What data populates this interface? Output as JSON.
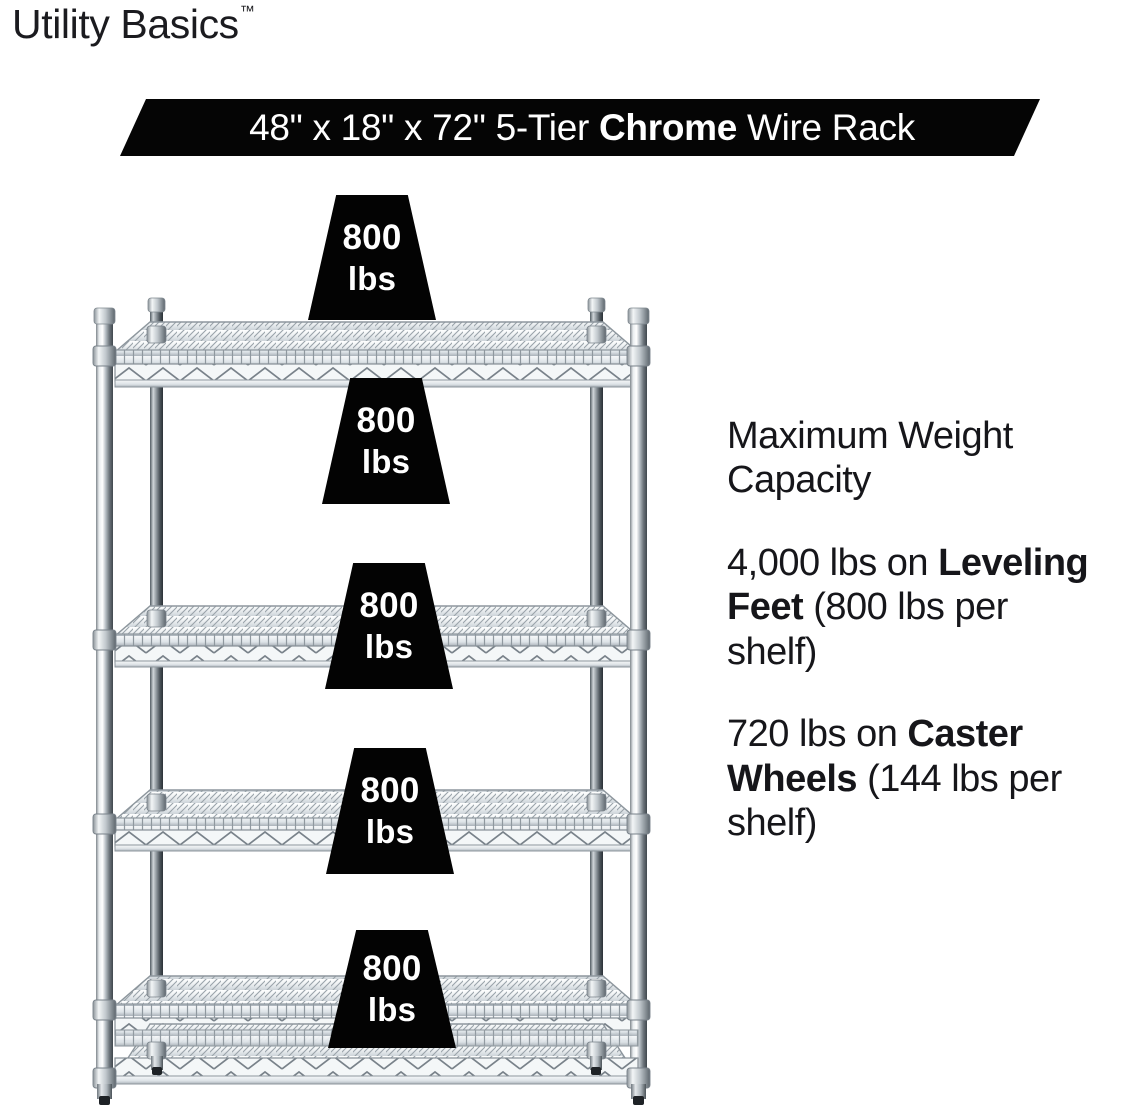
{
  "brand": {
    "name": "Utility Basics",
    "trademark": "™"
  },
  "banner": {
    "dimensions": "48\" x 18\" x 72\"",
    "tier": "5-Tier",
    "material_bold": "Chrome",
    "product": "Wire Rack",
    "full_text": "48\" x 18\" x 72\" 5-Tier Chrome Wire Rack",
    "background_color": "#050505",
    "text_color": "#ffffff"
  },
  "capacity": {
    "heading": "Maximum Weight Capacity",
    "items": [
      {
        "lead": "4,000 lbs on ",
        "bold": "Leveling Feet",
        "tail": " (800 lbs per shelf)"
      },
      {
        "lead": "720 lbs on ",
        "bold": "Caster Wheels",
        "tail": " (144 lbs per shelf)"
      }
    ]
  },
  "rack": {
    "tier_count": 5,
    "shelf_badges": [
      {
        "number": "800",
        "unit": "lbs"
      },
      {
        "number": "800",
        "unit": "lbs"
      },
      {
        "number": "800",
        "unit": "lbs"
      },
      {
        "number": "800",
        "unit": "lbs"
      },
      {
        "number": "800",
        "unit": "lbs"
      }
    ],
    "badge_background": "#030303",
    "badge_text_color": "#ffffff",
    "finish": "chrome"
  }
}
